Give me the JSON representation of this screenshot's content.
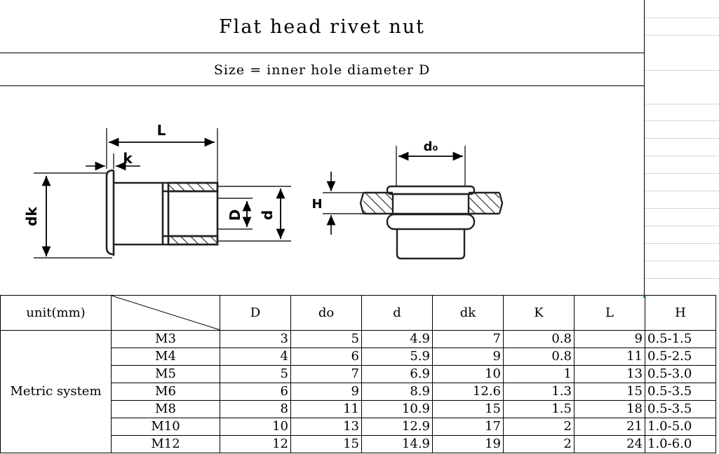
{
  "title": "Flat head rivet nut",
  "subtitle": "Size = inner hole diameter D",
  "diagram_labels": {
    "L": "L",
    "k": "k",
    "dk": "dk",
    "D": "D",
    "d": "d",
    "H": "H",
    "do": "d₀"
  },
  "table": {
    "unit_label": "unit(mm)",
    "group_label": "Metric system",
    "columns": [
      "D",
      "do",
      "d",
      "dk",
      "K",
      "L",
      "H"
    ],
    "rows": [
      {
        "size": "M3",
        "D": "3",
        "do": "5",
        "d": "4.9",
        "dk": "7",
        "K": "0.8",
        "L": "9",
        "H": "0.5-1.5"
      },
      {
        "size": "M4",
        "D": "4",
        "do": "6",
        "d": "5.9",
        "dk": "9",
        "K": "0.8",
        "L": "11",
        "H": "0.5-2.5"
      },
      {
        "size": "M5",
        "D": "5",
        "do": "7",
        "d": "6.9",
        "dk": "10",
        "K": "1",
        "L": "13",
        "H": "0.5-3.0"
      },
      {
        "size": "M6",
        "D": "6",
        "do": "9",
        "d": "8.9",
        "dk": "12.6",
        "K": "1.3",
        "L": "15",
        "H": "0.5-3.5"
      },
      {
        "size": "M8",
        "D": "8",
        "do": "11",
        "d": "10.9",
        "dk": "15",
        "K": "1.5",
        "L": "18",
        "H": "0.5-3.5"
      },
      {
        "size": "M10",
        "D": "10",
        "do": "13",
        "d": "12.9",
        "dk": "17",
        "K": "2",
        "L": "21",
        "H": "1.0-5.0"
      },
      {
        "size": "M12",
        "D": "12",
        "do": "15",
        "d": "14.9",
        "dk": "19",
        "K": "2",
        "L": "24",
        "H": "1.0-6.0"
      }
    ]
  }
}
